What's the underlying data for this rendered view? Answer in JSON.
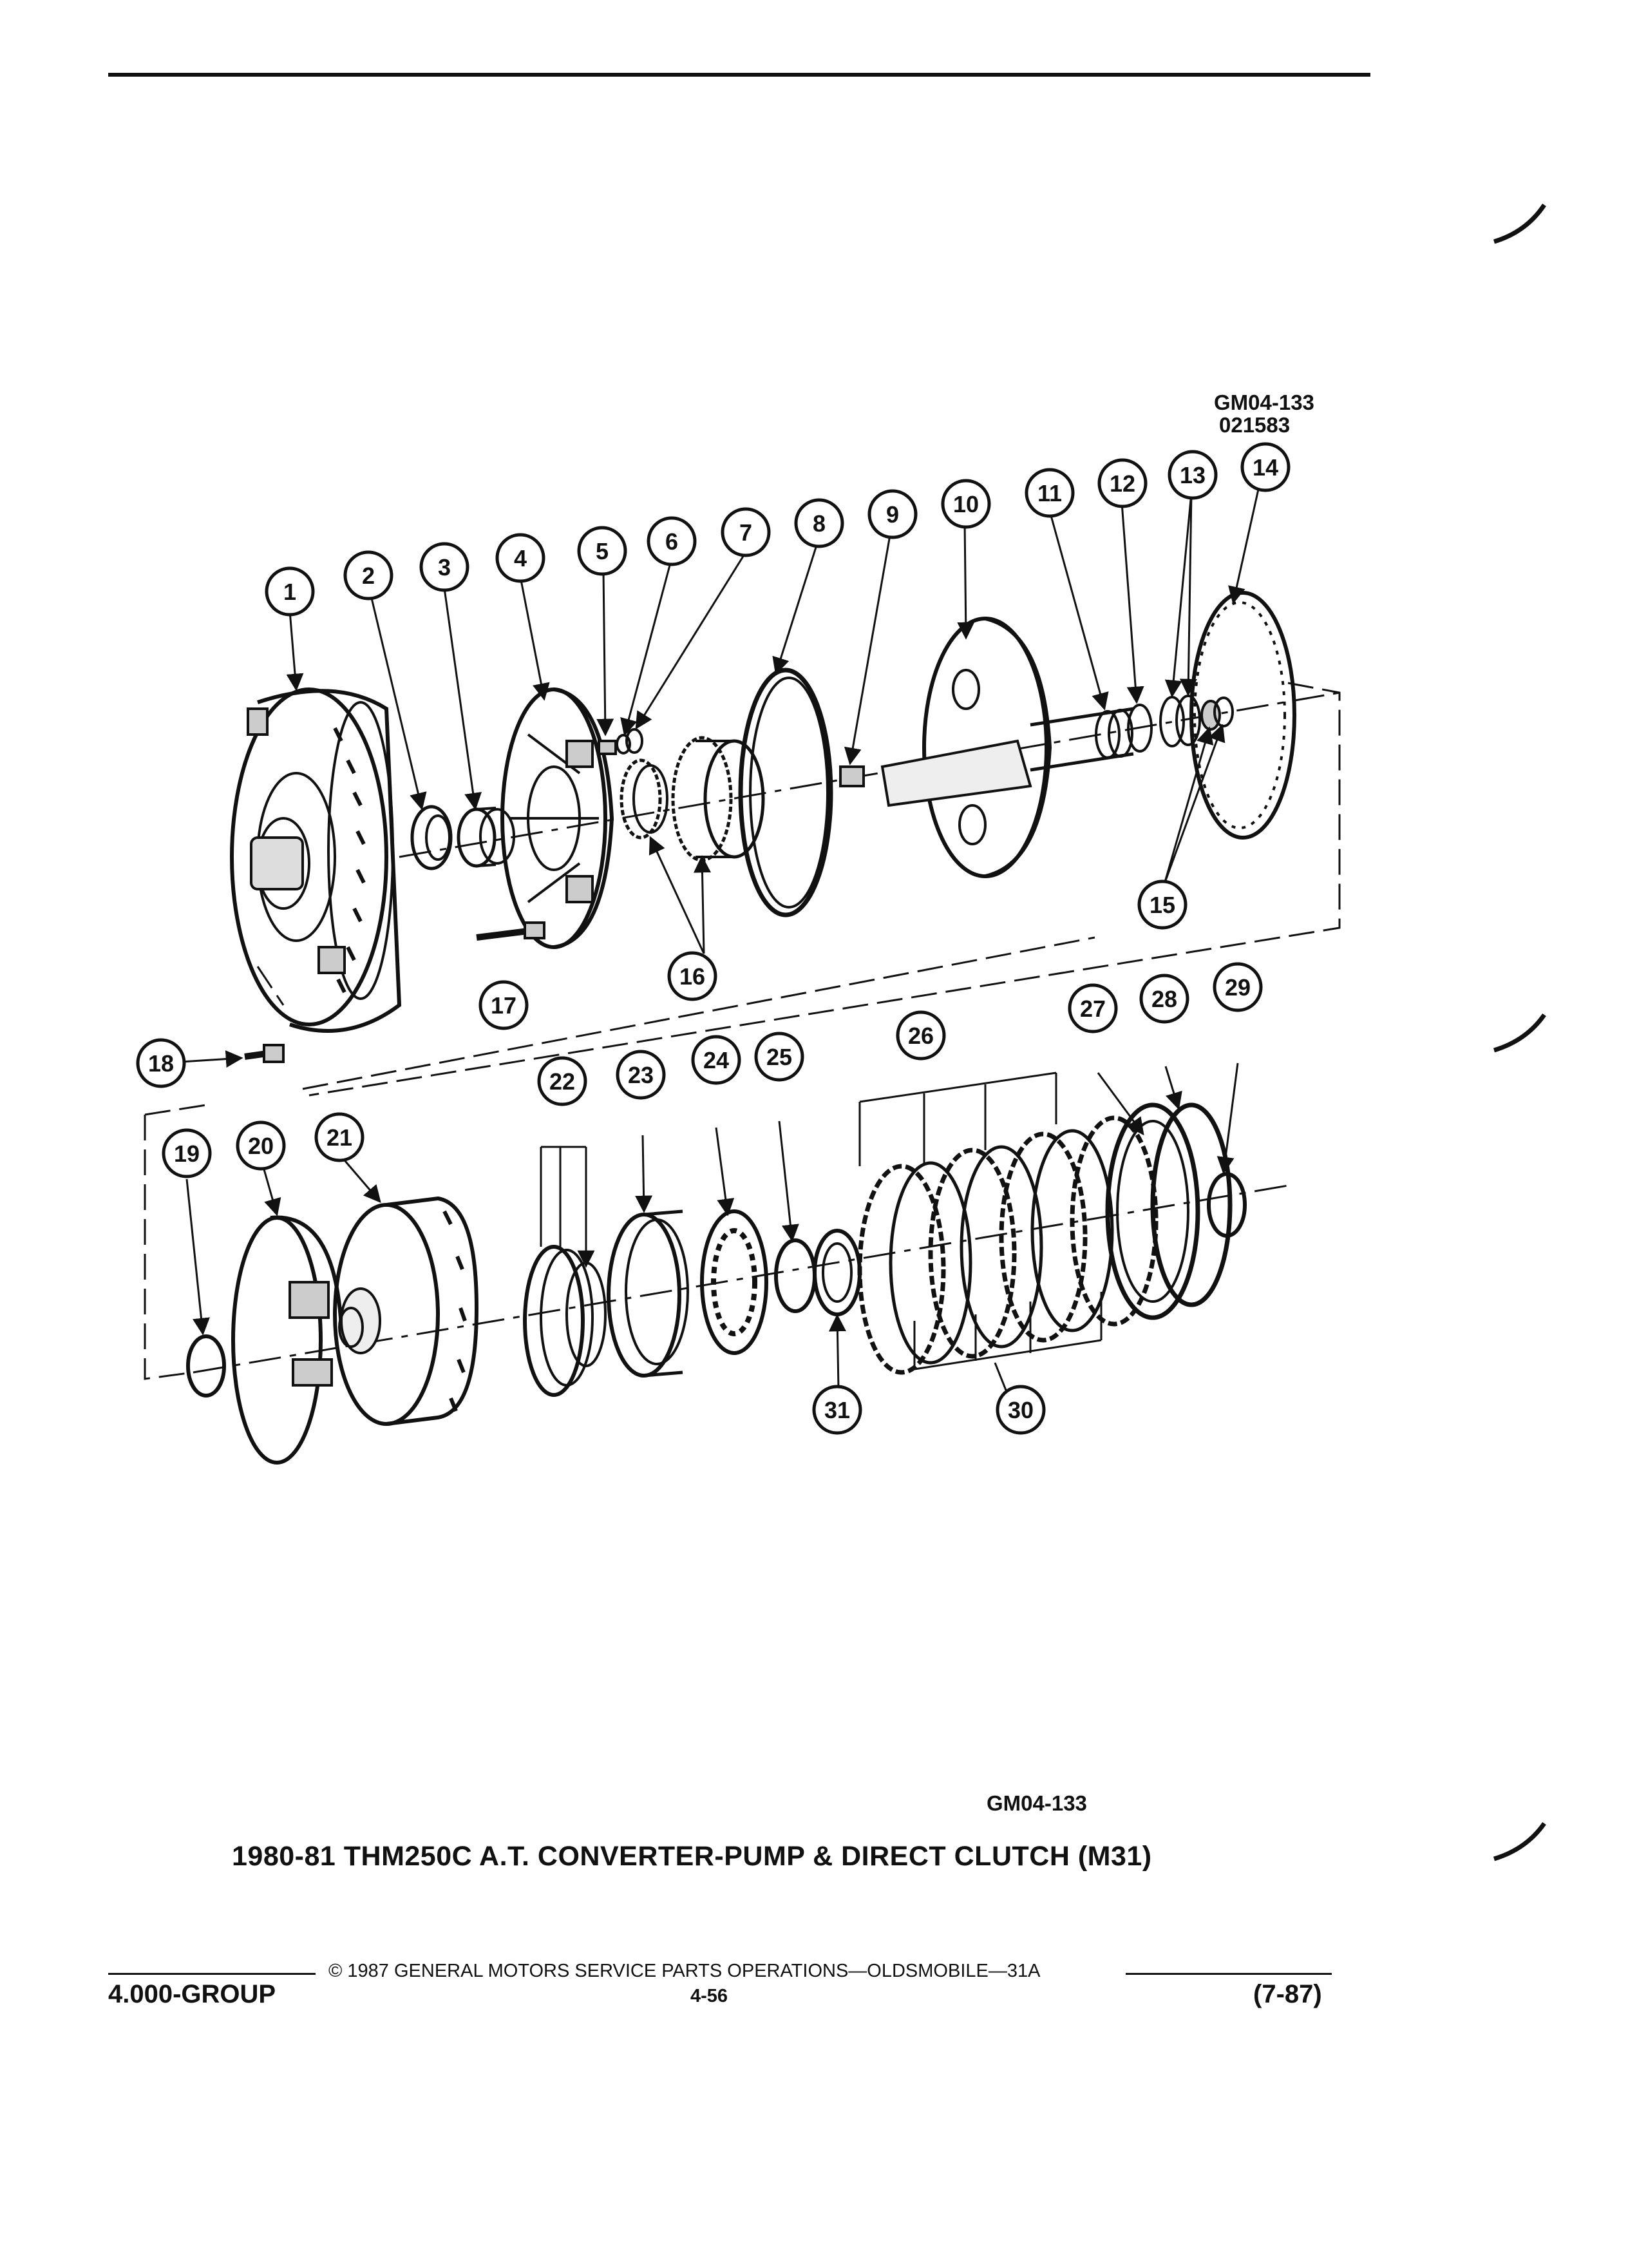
{
  "drawing": {
    "code": "GM04-133",
    "number": "021583",
    "callouts": [
      "1",
      "2",
      "3",
      "4",
      "5",
      "6",
      "7",
      "8",
      "9",
      "10",
      "11",
      "12",
      "13",
      "14",
      "15",
      "16",
      "17",
      "18",
      "19",
      "20",
      "21",
      "22",
      "23",
      "24",
      "25",
      "26",
      "27",
      "28",
      "29",
      "30",
      "31"
    ]
  },
  "figure": {
    "code": "GM04-133",
    "caption": "1980-81 THM250C A.T. CONVERTER-PUMP & DIRECT CLUTCH (M31)"
  },
  "footer": {
    "copyright": "© 1987 GENERAL MOTORS SERVICE PARTS OPERATIONS—OLDSMOBILE—31A",
    "group": "4.000-GROUP",
    "page": "4-56",
    "date": "(7-87)"
  }
}
